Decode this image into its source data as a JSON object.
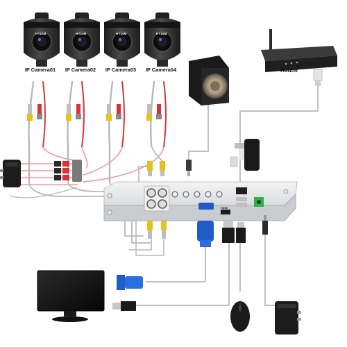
{
  "cameras": [
    {
      "label": "IP Camera01",
      "brand": "HYDIM"
    },
    {
      "label": "IP Camera02",
      "brand": "HYDIM"
    },
    {
      "label": "IP Camera03",
      "brand": "HYDIM"
    },
    {
      "label": "IP Camera04",
      "brand": "HYDIM"
    }
  ],
  "router": {
    "label": "Router"
  },
  "dvr": {
    "hdmi_label": "HDMI"
  },
  "colors": {
    "cable_gray": "#b8b8b8",
    "cable_red": "#d8333b",
    "cable_pink": "#f19aa2",
    "bnc_yellow": "#e8c21a",
    "camera_body": "#2b2b2b",
    "vga_blue": "#1f5cc8"
  }
}
